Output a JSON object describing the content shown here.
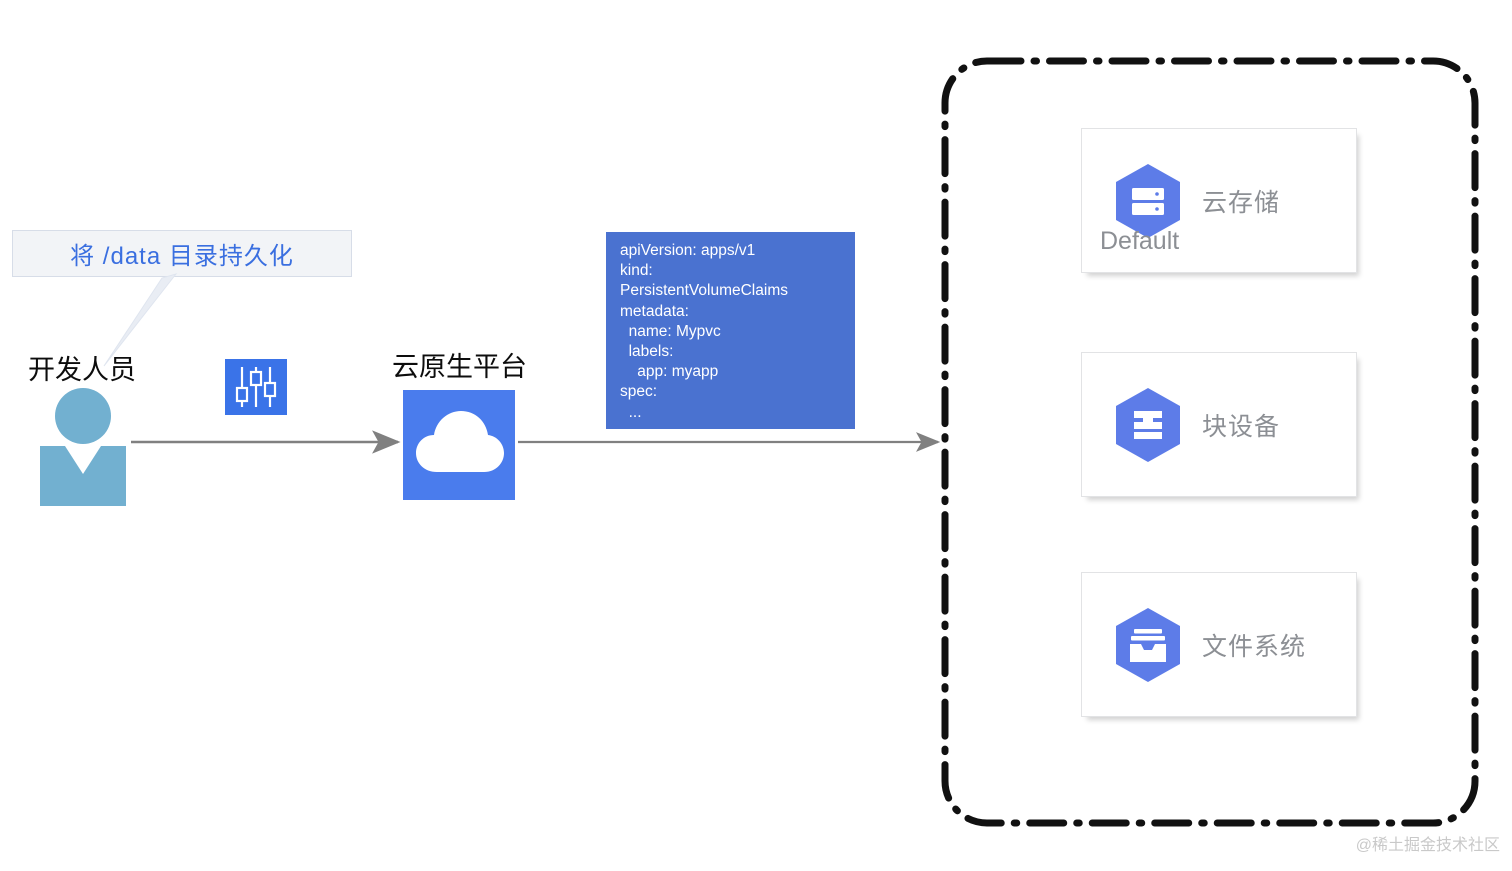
{
  "callout": {
    "text": "将 /data 目录持久化",
    "text_color": "#3a6fe0",
    "bg_color": "#f2f4f7"
  },
  "developer": {
    "label": "开发人员",
    "icon": "person-icon",
    "icon_color": "#72b0d0"
  },
  "settings": {
    "icon": "sliders-icon",
    "icon_color": "#3a73e8"
  },
  "platform": {
    "label": "云原生平台",
    "icon": "cloud-icon",
    "icon_color": "#4a7ced"
  },
  "yaml": {
    "bg_color": "#4a72d0",
    "lines": [
      "apiVersion: apps/v1",
      "kind:",
      "PersistentVolumeClaims",
      "metadata:",
      "  name: Mypvc",
      "  labels:",
      "    app: myapp",
      "spec:",
      "  ..."
    ]
  },
  "storage": {
    "border_style": "dash-dot",
    "border_color": "#000000",
    "cards": [
      {
        "title": "云存储",
        "subtitle": "Default",
        "icon": "cloud-storage-hexagon-icon",
        "icon_color": "#5d7ce8"
      },
      {
        "title": "块设备",
        "subtitle": "",
        "icon": "block-storage-hexagon-icon",
        "icon_color": "#5d7ce8"
      },
      {
        "title": "文件系统",
        "subtitle": "",
        "icon": "filestore-hexagon-icon",
        "icon_color": "#5d7ce8"
      }
    ]
  },
  "flow": {
    "arrow_color": "#808080",
    "arrow_1": "developer-to-platform",
    "arrow_2": "platform-to-storage"
  },
  "watermark": {
    "text": "@稀土掘金技术社区"
  }
}
